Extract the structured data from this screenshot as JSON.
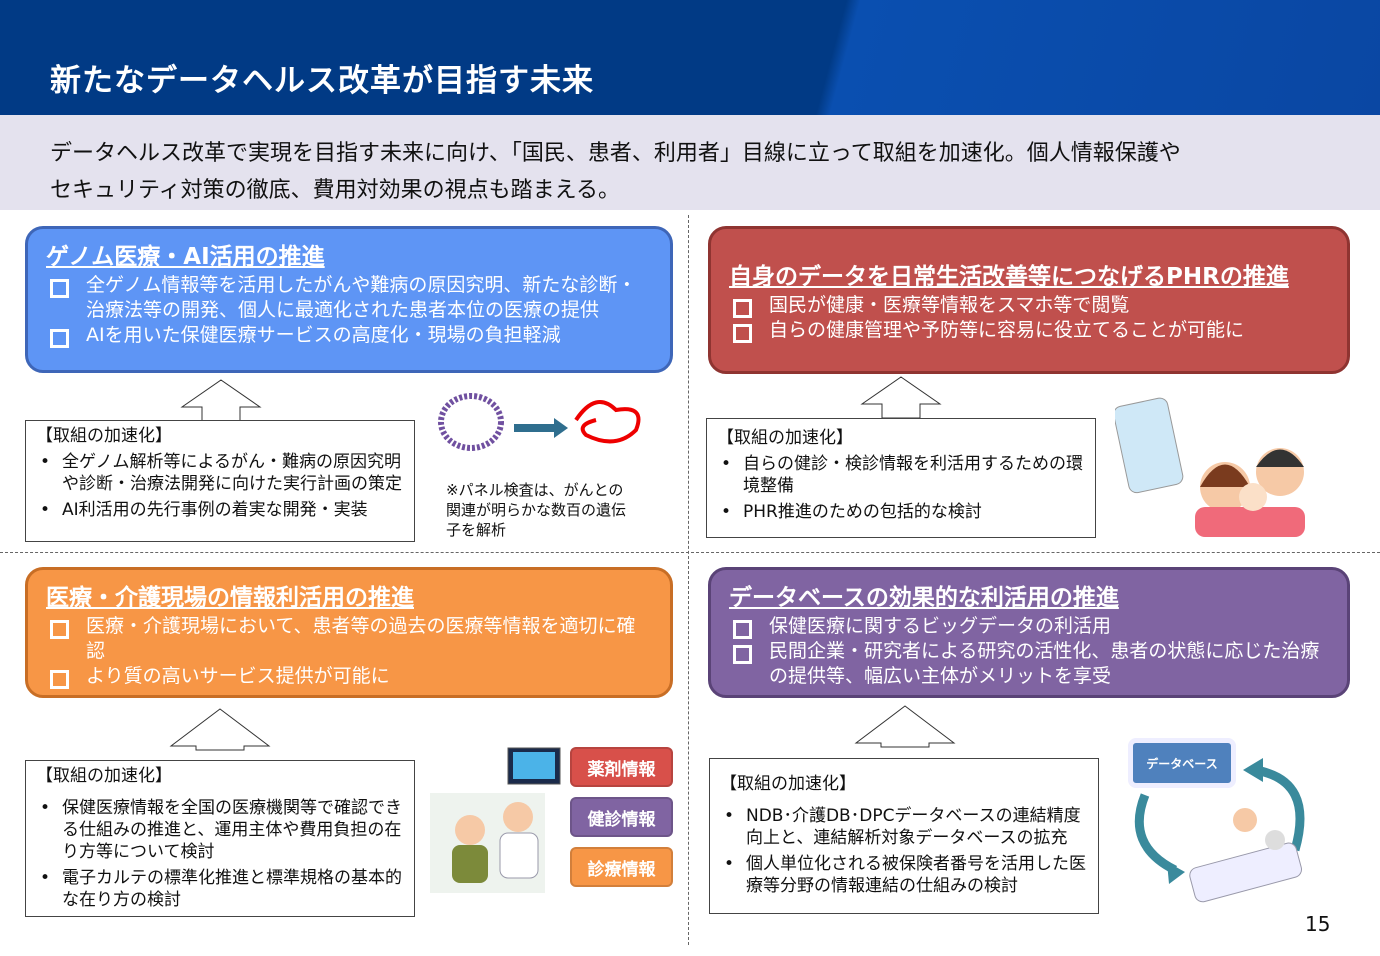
{
  "header": {
    "title": "新たなデータヘルス改革が目指す未来"
  },
  "subtitle": {
    "line1": "データヘルス改革で実現を目指す未来に向け、「国民、患者、利用者」目線に立って取組を加速化。個人情報保護や",
    "line2": "セキュリティ対策の徹底、費用対効果の視点も踏まえる。"
  },
  "quadrants": [
    {
      "title": "ゲノム医療・AI活用の推進",
      "items": [
        "全ゲノム情報等を活用したがんや難病の原因究明、新たな診断・治療法等の開発、個人に最適化された患者本位の医療の提供",
        "AIを用いた保健医療サービスの高度化・現場の負担軽減"
      ],
      "accel_heading": "【取組の加速化】",
      "accel": [
        "全ゲノム解析等によるがん・難病の原因究明や診断・治療法開発に向けた実行計画の策定",
        "AI利活用の先行事例の着実な開発・実装"
      ],
      "note": "※パネル検査は、がんとの関連が明らかな数百の遺伝子を解析"
    },
    {
      "title": "自身のデータを日常生活改善等につなげるPHRの推進",
      "items": [
        "国民が健康・医療等情報をスマホ等で閲覧",
        "自らの健康管理や予防等に容易に役立てることが可能に"
      ],
      "accel_heading": "【取組の加速化】",
      "accel": [
        "自らの健診・検診情報を利活用するための環境整備",
        "PHR推進のための包括的な検討"
      ]
    },
    {
      "title": "医療・介護現場の情報利活用の推進",
      "items": [
        "医療・介護現場において、患者等の過去の医療等情報を適切に確認",
        "より質の高いサービス提供が可能に"
      ],
      "accel_heading": "【取組の加速化】",
      "accel": [
        "保健医療情報を全国の医療機関等で確認できる仕組みの推進と、運用主体や費用負担の在り方等について検討",
        "電子カルテの標準化推進と標準規格の基本的な在り方の検討"
      ],
      "pills": [
        "薬剤情報",
        "健診情報",
        "診療情報"
      ]
    },
    {
      "title": "データベースの効果的な利活用の推進",
      "items": [
        "保健医療に関するビッグデータの利活用",
        "民間企業・研究者による研究の活性化、患者の状態に応じた治療の提供等、幅広い主体がメリットを享受"
      ],
      "accel_heading": "【取組の加速化】",
      "accel": [
        "NDB･介護DB･DPCデータベースの連結精度向上と、連結解析対象データベースの拡充",
        "個人単位化される被保険者番号を活用した医療等分野の情報連結の仕組みの検討"
      ],
      "db_label": "データベース"
    }
  ],
  "page_number": "15"
}
